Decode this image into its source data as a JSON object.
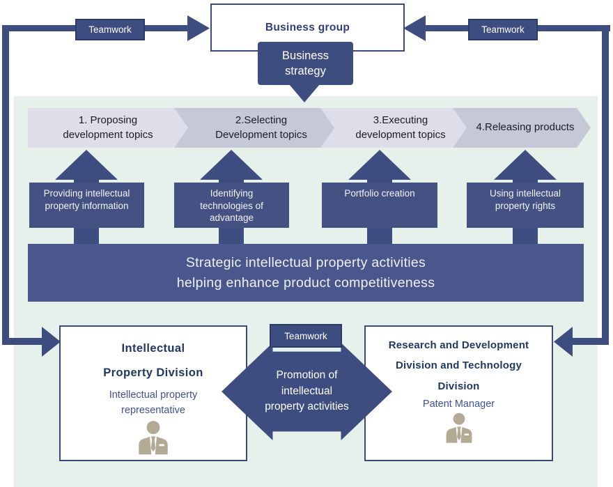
{
  "colors": {
    "dark_blue": "#3e4d80",
    "banner_blue": "#4a578d",
    "label_blue": "#435183",
    "green_bg": "#e7f1ec",
    "chevron_light": "#dddeea",
    "chevron_dark": "#c5c8d6",
    "heading_navy": "#1f3864",
    "subtext_blue": "#3f5193",
    "person_tan": "#b3aa95"
  },
  "top": {
    "teamwork_left": "Teamwork",
    "teamwork_right": "Teamwork",
    "business_group": "Business group",
    "business_strategy": "Business\nstrategy"
  },
  "process_steps": [
    {
      "label": "1. Proposing\ndevelopment topics"
    },
    {
      "label": "2.Selecting\nDevelopment topics"
    },
    {
      "label": "3.Executing\ndevelopment topics"
    },
    {
      "label": "4.Releasing products"
    }
  ],
  "activities": [
    {
      "label": "Providing intellectual\nproperty information"
    },
    {
      "label": "Identifying\ntechnologies of\nadvantage"
    },
    {
      "label": "Portfolio creation"
    },
    {
      "label": "Using intellectual\nproperty rights"
    }
  ],
  "banner": "Strategic intellectual property activities\nhelping enhance product competitiveness",
  "bottom": {
    "left_division": {
      "title": "Intellectual\nProperty Division",
      "subtitle": "Intellectual property\nrepresentative"
    },
    "teamwork": "Teamwork",
    "promotion": "Promotion of\nintellectual\nproperty activities",
    "right_division": {
      "title": "Research and Development\nDivision and Technology\nDivision",
      "subtitle": "Patent Manager"
    }
  }
}
